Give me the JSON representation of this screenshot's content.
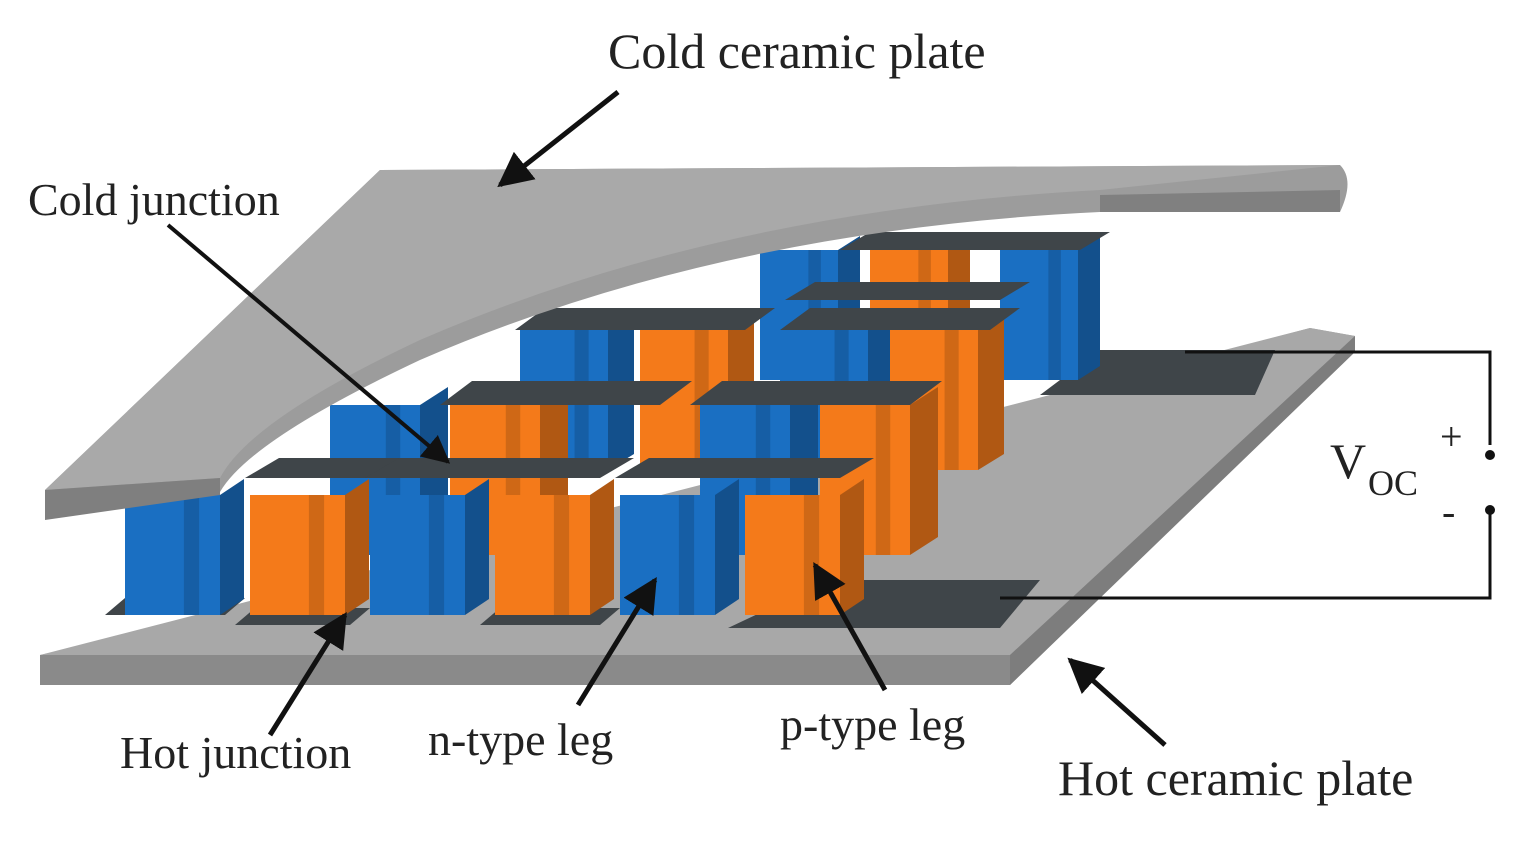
{
  "colors": {
    "background": "#ffffff",
    "ceramic_plate": "#9c9c9c",
    "ceramic_plate_edge": "#7d7d7d",
    "junction_strip": "#3f4549",
    "n_type_leg": "#1a6fc2",
    "p_type_leg": "#f47a1a",
    "label_text": "#222222",
    "wire": "#111111"
  },
  "labels": {
    "cold_plate": "Cold ceramic plate",
    "cold_junction": "Cold junction",
    "hot_junction": "Hot junction",
    "n_leg": "n-type leg",
    "p_leg": "p-type leg",
    "hot_plate": "Hot ceramic plate",
    "voltage_symbol": "V",
    "voltage_subscript": "OC",
    "plus_sign": "+",
    "minus_sign": "-"
  },
  "legs": {
    "front_row": [
      "n",
      "p",
      "n",
      "p",
      "n",
      "p"
    ],
    "middle_row": [
      "n",
      "p",
      "n",
      "p"
    ],
    "back_row": [
      "n",
      "p",
      "n"
    ]
  }
}
